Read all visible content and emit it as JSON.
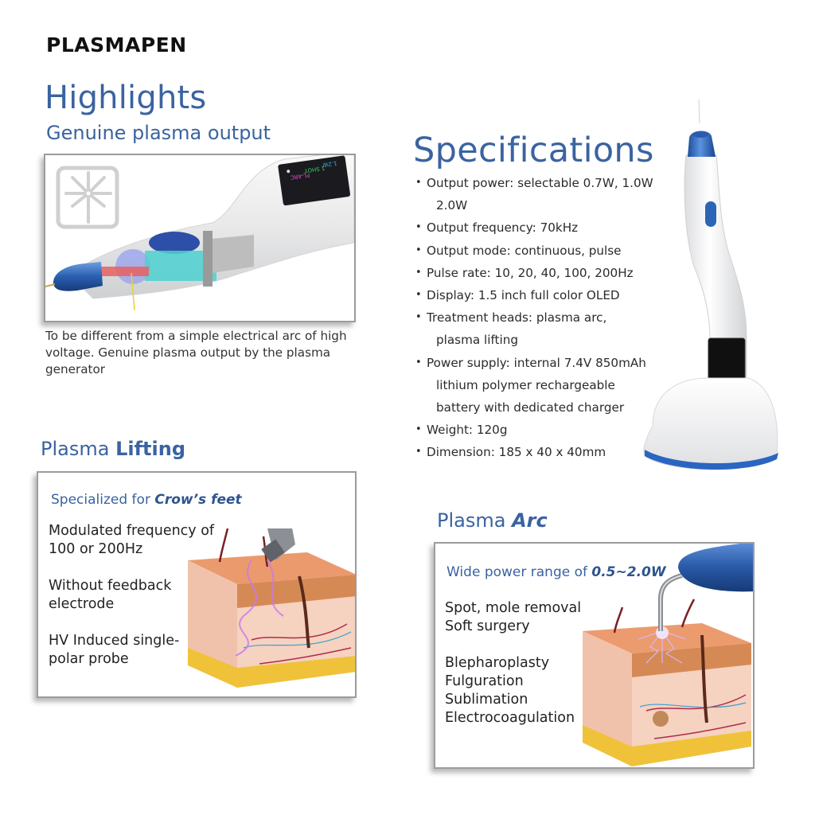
{
  "brand": "PLASMAPEN",
  "highlights": {
    "title": "Highlights",
    "subtitle": "Genuine plasma output",
    "image_icon": "plasma-burst-icon",
    "image_alt": "Cutaway view of plasma pen internals",
    "device_screen_text": [
      "PL-ARC",
      "1 SHOT",
      "1.2W"
    ],
    "description": "To be different from a simple electrical arc of high voltage. Genuine plasma output by the plasma generator"
  },
  "specifications": {
    "title": "Specifications",
    "items": [
      {
        "text": "Output power: selectable 0.7W, 1.0W",
        "cont": "2.0W"
      },
      {
        "text": "Output frequency: 70kHz"
      },
      {
        "text": "Output mode: continuous, pulse"
      },
      {
        "text": "Pulse rate: 10, 20, 40, 100, 200Hz"
      },
      {
        "text": "Display: 1.5 inch full color OLED"
      },
      {
        "text": "Treatment heads: plasma arc,",
        "cont": "plasma lifting"
      },
      {
        "text": "Power supply: internal 7.4V 850mAh",
        "cont": "lithium polymer  rechargeable",
        "cont2": "battery with dedicated charger"
      },
      {
        "text": "Weight: 120g"
      },
      {
        "text": "Dimension: 185 x 40 x 40mm"
      }
    ]
  },
  "plasma_lifting": {
    "title_regular": "Plasma ",
    "title_bold": "Lifting",
    "head_regular": "Specialized for ",
    "head_bold": "Crow’s feet",
    "features": [
      {
        "line1": "Modulated frequency of",
        "line2": "100 or 200Hz"
      },
      {
        "line1": "Without feedback",
        "line2": "electrode"
      },
      {
        "line1": "HV Induced single-",
        "line2": "polar probe"
      }
    ]
  },
  "plasma_arc": {
    "title_regular": "Plasma ",
    "title_bold": "Arc",
    "head_regular": "Wide power range of ",
    "head_bold": "0.5~2.0W",
    "groups": [
      [
        "Spot, mole removal",
        "Soft surgery"
      ],
      [
        "Blepharoplasty",
        "Fulguration",
        "Sublimation",
        "Electrocoagulation"
      ]
    ]
  },
  "colors": {
    "accent_blue": "#3a63a0",
    "dark_blue": "#2d548f",
    "device_blue": "#2f6fc0",
    "frame_border": "#9c9c9c"
  }
}
